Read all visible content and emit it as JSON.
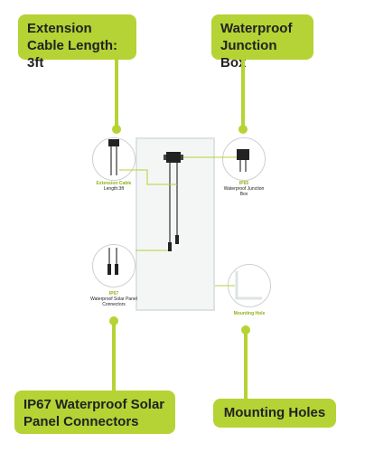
{
  "callouts": {
    "extension_cable": "Extension Cable Length: 3ft",
    "junction_box": "Waterproof Junction Box",
    "connectors": "IP67 Waterproof Solar Panel Connectors",
    "mounting_holes": "Mounting Holes"
  },
  "zoom_labels": {
    "ext_title": "Extension Cable",
    "ext_sub": "Length:3ft",
    "jbox_title": "IP65",
    "jbox_sub": "Waterproof Junction Box",
    "conn_title": "IP67",
    "conn_sub": "Waterproof Solar Panel Connectors",
    "mount_title": "Mounting Hole"
  },
  "colors": {
    "accent": "#b5d334",
    "accent_text": "#8fb21a"
  }
}
